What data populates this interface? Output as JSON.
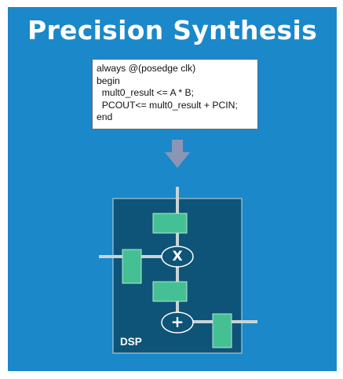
{
  "title": "Precision Synthesis",
  "code_lines": [
    "always @(posedge clk)",
    "begin",
    "  mult0_result <= A * B;",
    "  PCOUT<= mult0_result + PCIN;",
    "end"
  ],
  "dsp_label": "DSP",
  "multiply_symbol": "X",
  "add_symbol": "+",
  "colors": {
    "background": "#1b88c9",
    "dsp_block": "#0e5478",
    "register": "#45c094",
    "wire": "#c9d4d6",
    "arrow": "#8c96b4"
  }
}
